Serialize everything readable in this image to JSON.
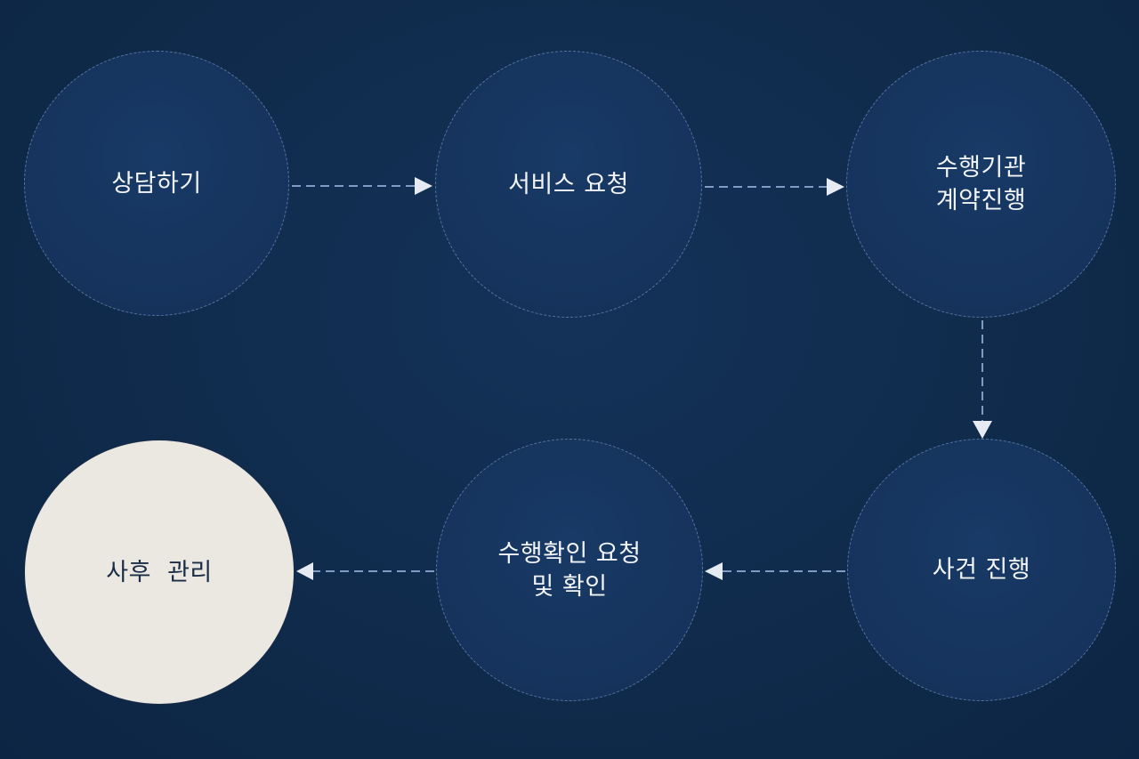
{
  "diagram": {
    "steps": [
      {
        "lines": [
          "상담하기"
        ]
      },
      {
        "lines": [
          "서비스 요청"
        ]
      },
      {
        "lines": [
          "수행기관",
          "계약진행"
        ]
      },
      {
        "lines": [
          "사건 진행"
        ]
      },
      {
        "lines": [
          "수행확인 요청",
          "및 확인"
        ]
      },
      {
        "lines": [
          "사후  관리"
        ]
      }
    ],
    "colors": {
      "background": "#0f2a4a",
      "circle_fill": "#15335c",
      "circle_border": "#7f9cc6",
      "connector": "#7f9cc6",
      "arrowhead": "#e6ebf3",
      "highlight_fill": "#ebe8e1",
      "highlight_text": "#1a2c48",
      "text": "#f2f4f8"
    }
  }
}
